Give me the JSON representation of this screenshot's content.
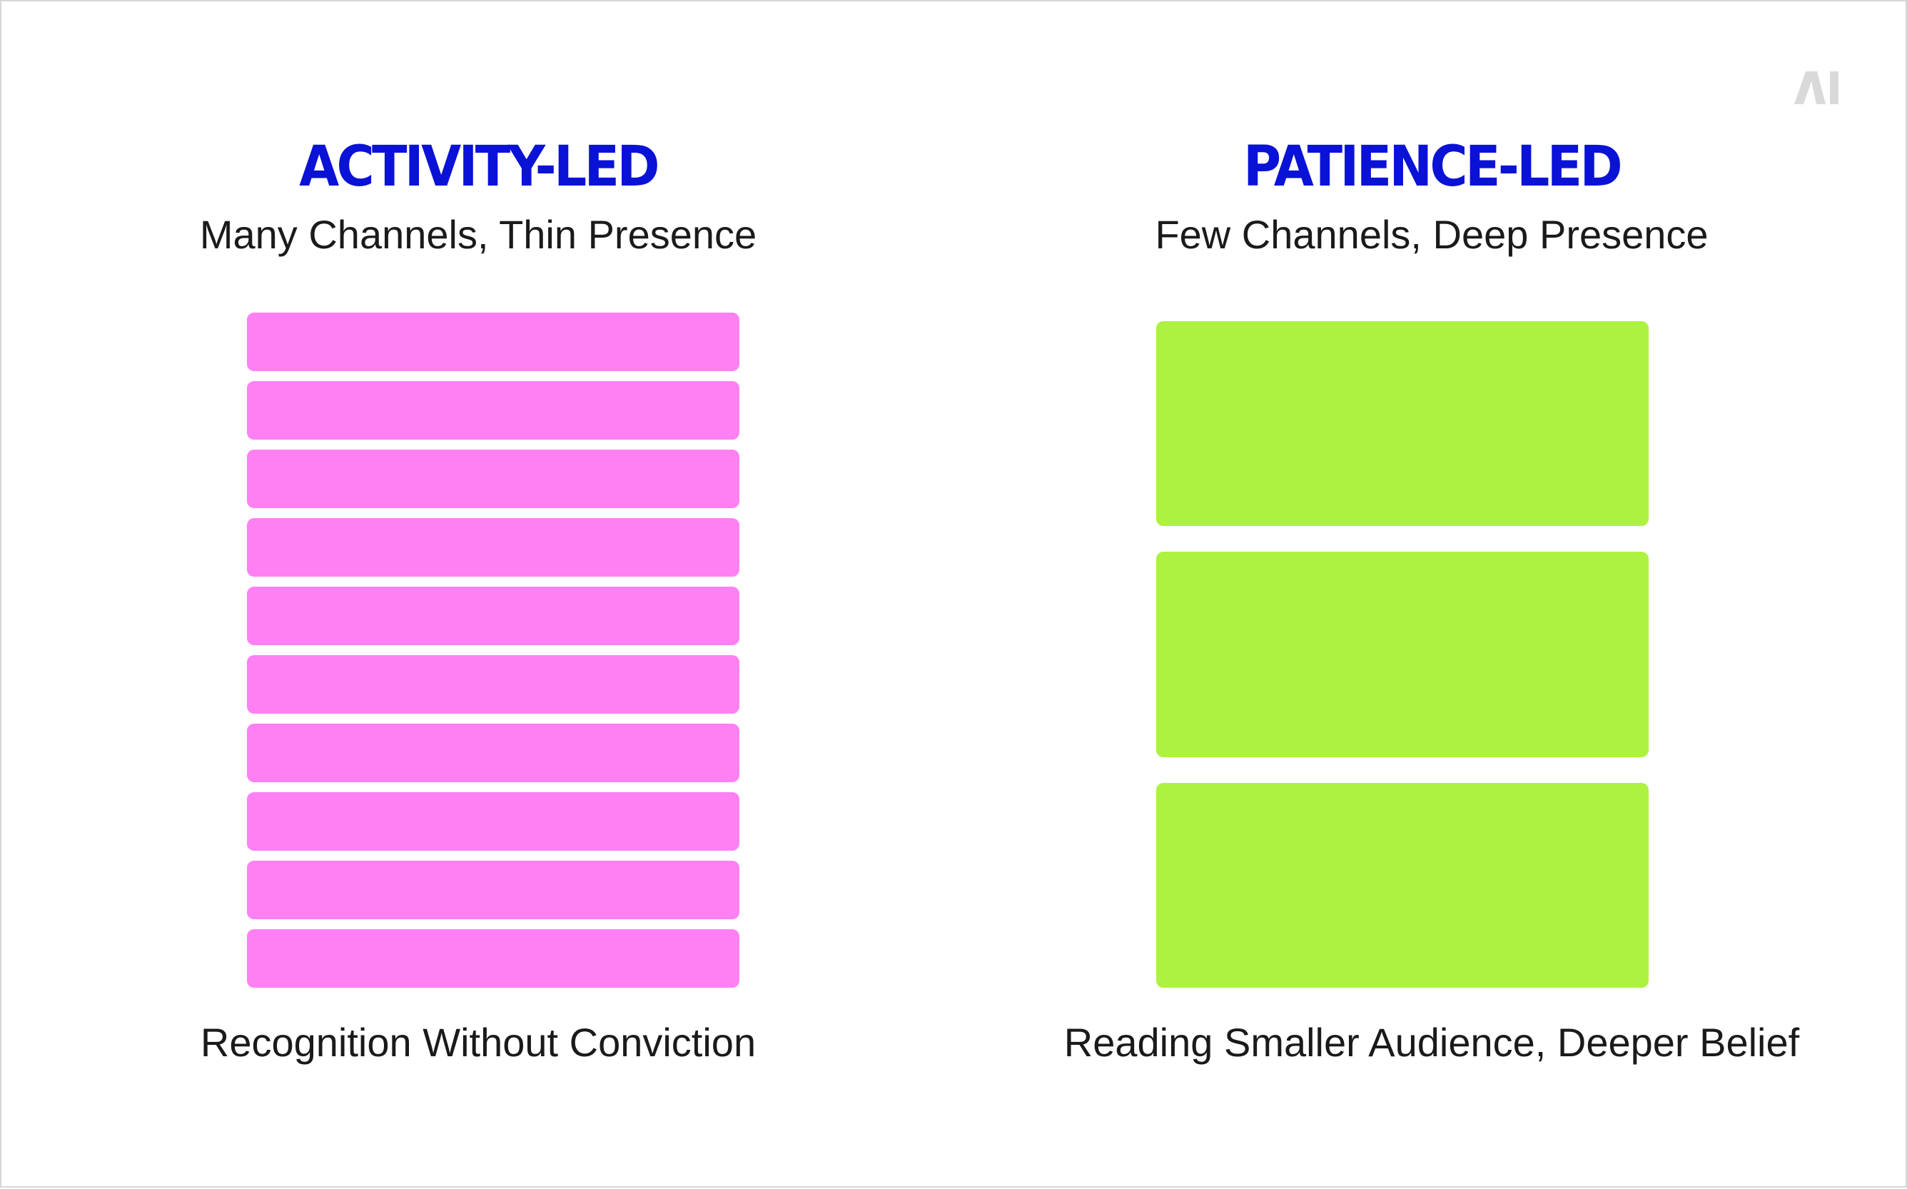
{
  "colors": {
    "title": "#0a12d6",
    "text": "#1a1a1a",
    "activity_bar": "#ff80f3",
    "patience_block": "#aef241",
    "logo": "#d9d9d9",
    "border": "#d6d6d6"
  },
  "logo": {
    "text": "AI",
    "icon": "ai-logo-icon"
  },
  "left_panel": {
    "title": "ACTIVITY-LED",
    "subtitle": "Many Channels, Thin Presence",
    "caption": "Recognition Without Conviction",
    "bar_count": 10
  },
  "right_panel": {
    "title": "PATIENCE-LED",
    "subtitle": "Few Channels, Deep Presence",
    "caption": "Reading Smaller Audience, Deeper Belief",
    "block_count": 3
  }
}
